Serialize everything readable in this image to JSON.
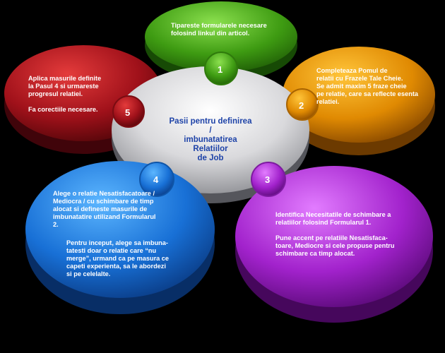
{
  "center": {
    "title_lines": [
      "Pasii pentru definirea /",
      "imbunatatirea Relatiilor",
      "de Job"
    ]
  },
  "steps": [
    {
      "number": "1",
      "color": "#4aa51c",
      "lines": [
        "Tipareste formularele necesare",
        "folosind linkul din articol."
      ]
    },
    {
      "number": "2",
      "color": "#e18d04",
      "lines": [
        "Completeaza Pomul de",
        "relatii cu Frazele Tale Cheie.",
        "Se admit maxim 5 fraze cheie",
        "pe relatie, care sa reflecte esenta",
        "relatiei."
      ]
    },
    {
      "number": "3",
      "color": "#a823cf",
      "lines": [
        "Identifica Necesitatile de schimbare a",
        "relatiilor folosind Formularul 1.",
        "",
        "Pune accent pe  relatiile Nesatisfaca-",
        "toare, Mediocre si cele propuse pentru",
        "schimbare ca timp alocat."
      ]
    },
    {
      "number": "4",
      "color": "#1a74d9",
      "lines": [
        "Alege o relatie Nesatisfacatoare /",
        "Mediocra / cu schimbare de timp",
        "alocat si defineste masurile de",
        "imbunatatire utilizand Formularul",
        "2.",
        "",
        "Pentru inceput, alege sa imbuna-",
        "tatesti doar o relatie care “nu",
        "merge”, urmand ca pe masura ce",
        "capeti experienta, sa le abordezi",
        "si pe celelalte."
      ]
    },
    {
      "number": "5",
      "color": "#a4121a",
      "lines": [
        "Aplica masurile definite",
        "la Pasul 4 si urmareste",
        "progresul relatiei.",
        "",
        "Fa corectiile necesare."
      ]
    }
  ]
}
